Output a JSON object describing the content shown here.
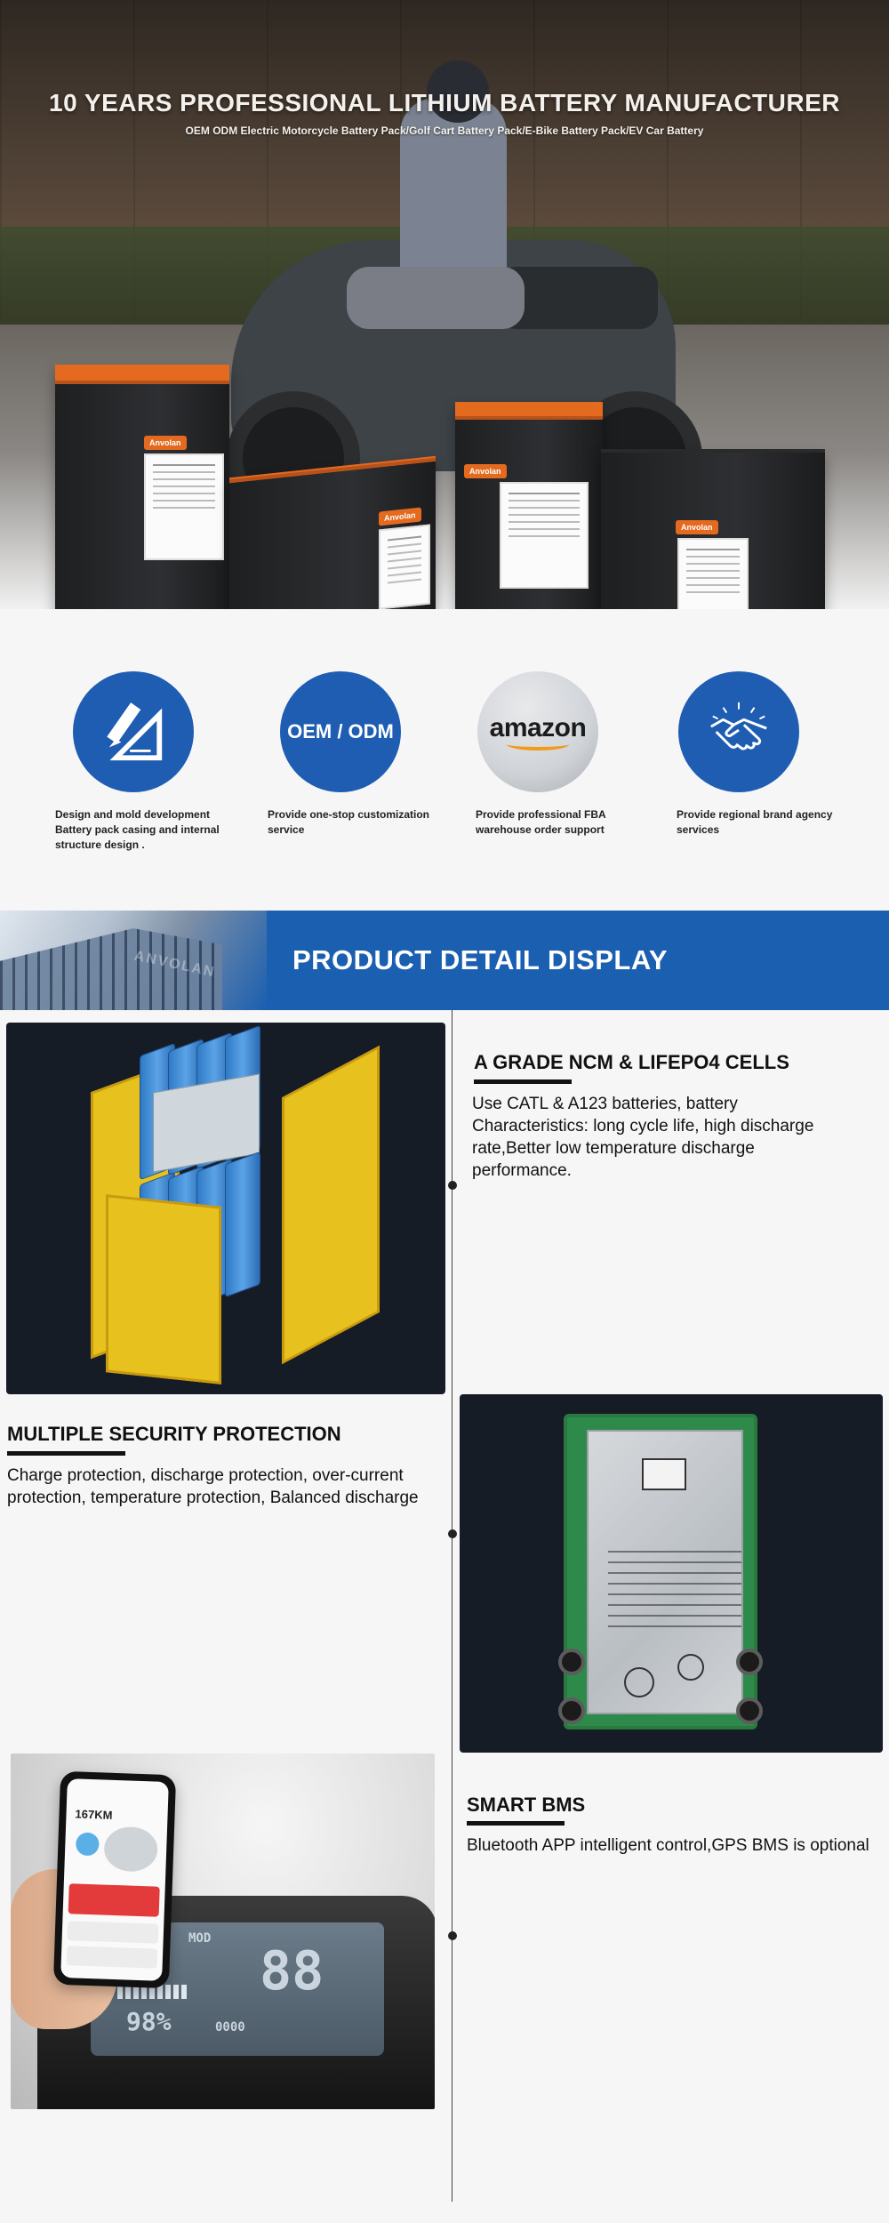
{
  "hero": {
    "title": "10 YEARS PROFESSIONAL LITHIUM BATTERY MANUFACTURER",
    "subtitle": "OEM ODM  Electric Motorcycle Battery Pack/Golf Cart Battery Pack/E-Bike Battery Pack/EV Car Battery",
    "battery_brand": "Anvolan"
  },
  "features": [
    {
      "icon": "pencil-ruler-icon",
      "text": "Design and mold development Battery pack casing and internal structure design ."
    },
    {
      "icon_text": "OEM / ODM",
      "text": "Provide one-stop customization service"
    },
    {
      "icon_text": "amazon",
      "text": "Provide professional FBA warehouse order support"
    },
    {
      "icon": "handshake-icon",
      "text": "Provide regional brand agency services"
    }
  ],
  "banner": {
    "title": "PRODUCT DETAIL DISPLAY",
    "building_sign": "ANVOLAN"
  },
  "details": [
    {
      "heading": "A GRADE NCM & LIFEPO4 CELLS",
      "body": "Use CATL & A123 batteries, battery Characteristics: long cycle life, high discharge rate,Better low temperature discharge performance."
    },
    {
      "heading": "MULTIPLE SECURITY PROTECTION",
      "body": "Charge protection, discharge protection, over-current protection, temperature protection, Balanced discharge"
    },
    {
      "heading": "SMART BMS",
      "body": "Bluetooth APP intelligent control,GPS BMS is optional"
    }
  ],
  "app_screen": {
    "range": "167KM",
    "dash_percent": "98%",
    "dash_speed": "88",
    "dash_odo": "0000",
    "dash_mode": "MOD"
  },
  "colors": {
    "brand_blue": "#1e5db2",
    "accent_orange": "#e36a1f"
  }
}
